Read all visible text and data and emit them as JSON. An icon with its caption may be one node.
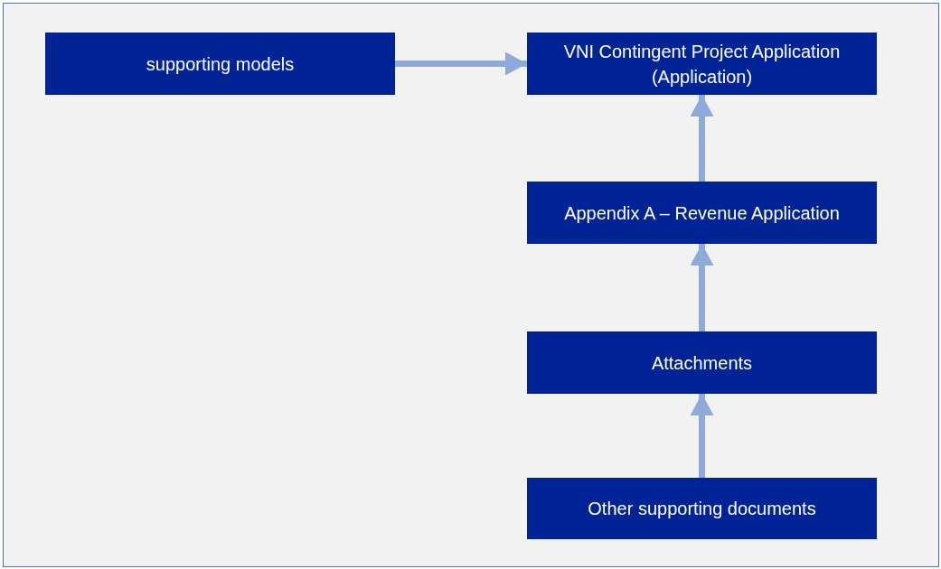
{
  "diagram": {
    "nodes": [
      {
        "text": [
          "supporting models"
        ]
      },
      {
        "text": [
          "VNI Contingent Project Application (Application)"
        ]
      },
      {
        "text": [
          "Appendix A – Revenue Application"
        ]
      },
      {
        "text": [
          "Attachments"
        ]
      },
      {
        "text": [
          "Other supporting documents"
        ]
      }
    ],
    "edges": [
      {
        "from": 0,
        "to": 1,
        "arrow": "to"
      },
      {
        "from": 2,
        "to": 1,
        "arrow": "to"
      },
      {
        "from": 3,
        "to": 2,
        "arrow": "to"
      },
      {
        "from": 4,
        "to": 3,
        "arrow": "to"
      }
    ]
  }
}
